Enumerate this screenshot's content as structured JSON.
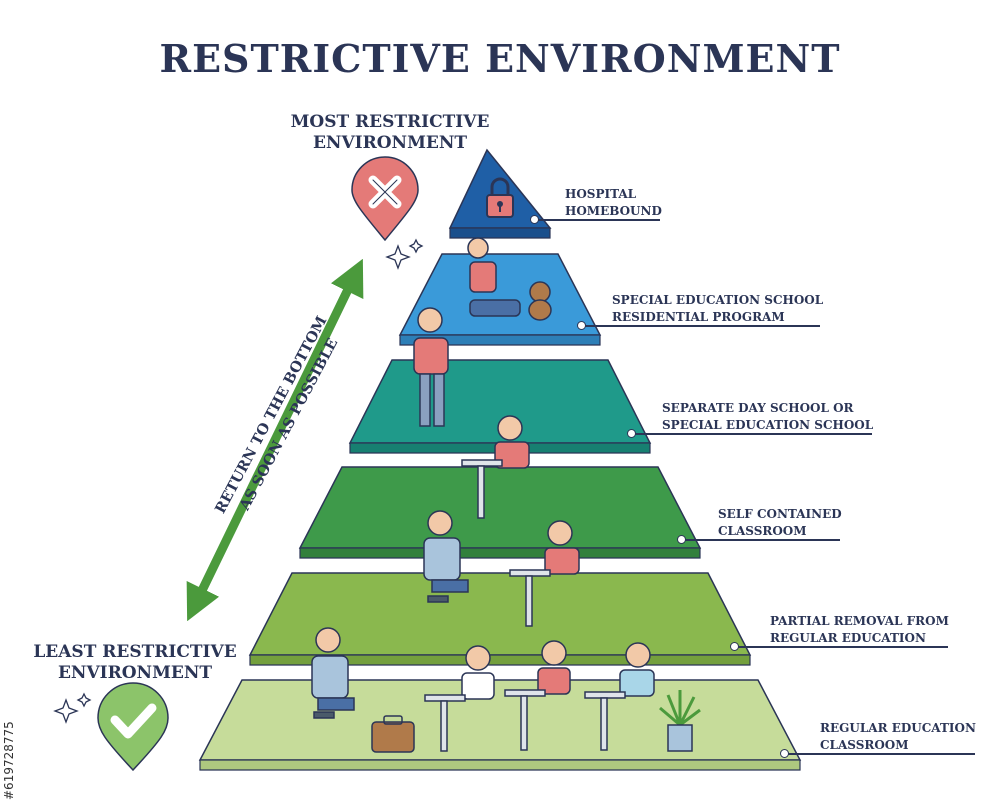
{
  "title": "RESTRICTIVE ENVIRONMENT",
  "most_label": "MOST RESTRICTIVE\nENVIRONMENT",
  "least_label": "LEAST RESTRICTIVE\nENVIRONMENT",
  "arrow_text": "RETURN TO THE BOTTOM\nAS SOON AS POSSIBLE",
  "levels": [
    {
      "label": "HOSPITAL\nHOMEBOUND",
      "color": "#1f5fa6"
    },
    {
      "label": "SPECIAL EDUCATION SCHOOL\nRESIDENTIAL PROGRAM",
      "color": "#3a9ad9"
    },
    {
      "label": "SEPARATE DAY SCHOOL OR\nSPECIAL EDUCATION SCHOOL",
      "color": "#1f9a8a"
    },
    {
      "label": "SELF CONTAINED\nCLASSROOM",
      "color": "#3e9a4a"
    },
    {
      "label": "PARTIAL REMOVAL FROM\nREGULAR EDUCATION",
      "color": "#8ab84e"
    },
    {
      "label": "REGULAR EDUCATION\nCLASSROOM",
      "color": "#c6dc9a"
    }
  ],
  "colors": {
    "text": "#2b3556",
    "arrow": "#4b9a3c",
    "most_pin": "#e47a78",
    "least_pin": "#8cc46a"
  },
  "watermark": "#619728775"
}
